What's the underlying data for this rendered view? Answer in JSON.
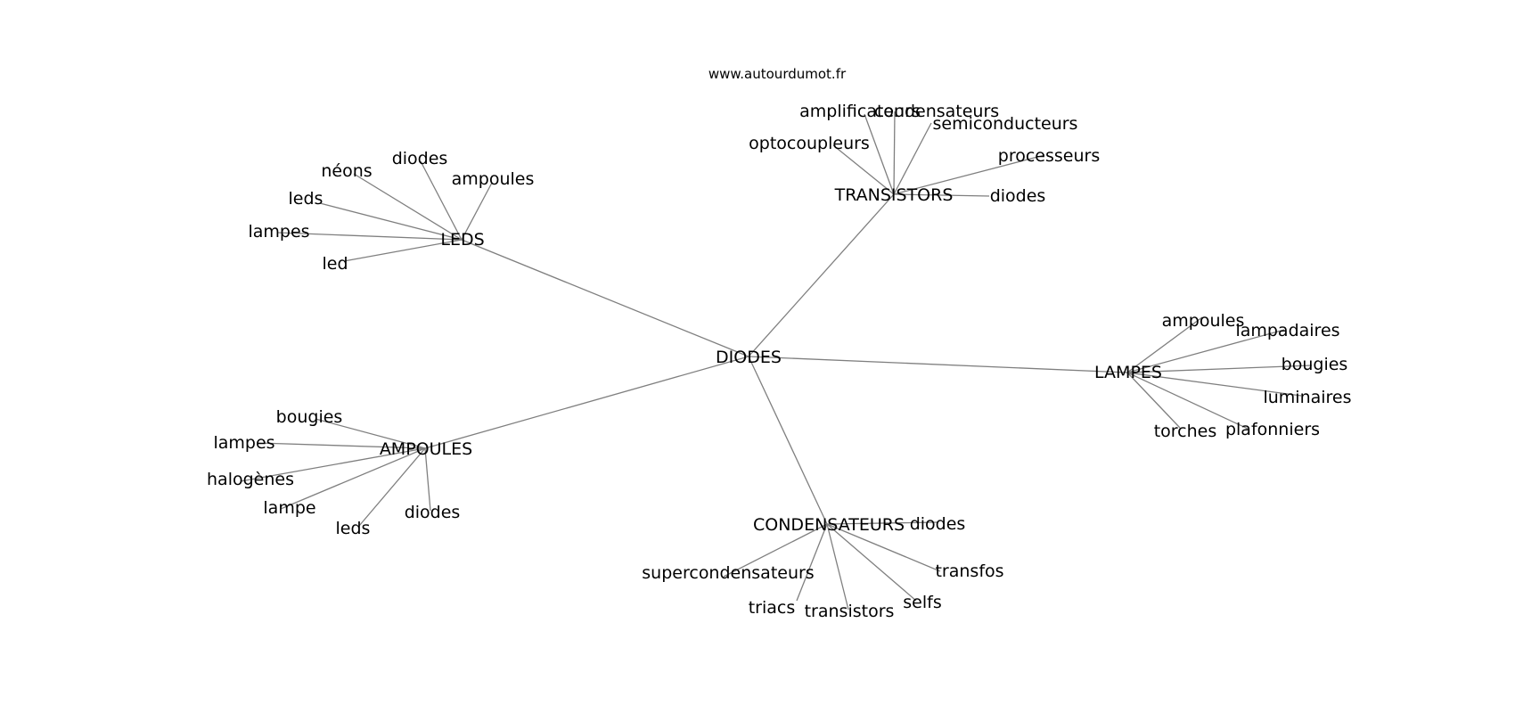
{
  "watermark": "www.autourdumot.fr",
  "colors": {
    "edge": "#7f7f7f",
    "text": "#000000",
    "background": "#ffffff"
  },
  "root": "DIODES",
  "hubs": [
    {
      "label": "LEDS",
      "children": [
        "néons",
        "diodes",
        "ampoules",
        "leds",
        "lampes",
        "led"
      ]
    },
    {
      "label": "TRANSISTORS",
      "children": [
        "amplificateurs",
        "condensateurs",
        "semiconducteurs",
        "optocoupleurs",
        "processeurs",
        "diodes"
      ]
    },
    {
      "label": "LAMPES",
      "children": [
        "ampoules",
        "lampadaires",
        "bougies",
        "luminaires",
        "plafonniers",
        "torches"
      ]
    },
    {
      "label": "CONDENSATEURS",
      "children": [
        "diodes",
        "transfos",
        "selfs",
        "transistors",
        "triacs",
        "supercondensateurs"
      ]
    },
    {
      "label": "AMPOULES",
      "children": [
        "bougies",
        "lampes",
        "halogènes",
        "lampe",
        "leds",
        "diodes"
      ]
    }
  ]
}
